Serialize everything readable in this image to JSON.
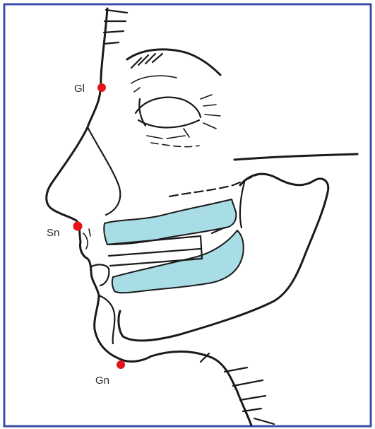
{
  "colors": {
    "border": "#3b4fa8",
    "ink": "#1a1a1a",
    "teeth": "#a9dde6",
    "landmark": "#e4141b",
    "label": "#2a2a2a"
  },
  "landmarks": [
    {
      "id": "gl",
      "label": "Gl"
    },
    {
      "id": "sn",
      "label": "Sn"
    },
    {
      "id": "gn",
      "label": "Gn"
    }
  ]
}
